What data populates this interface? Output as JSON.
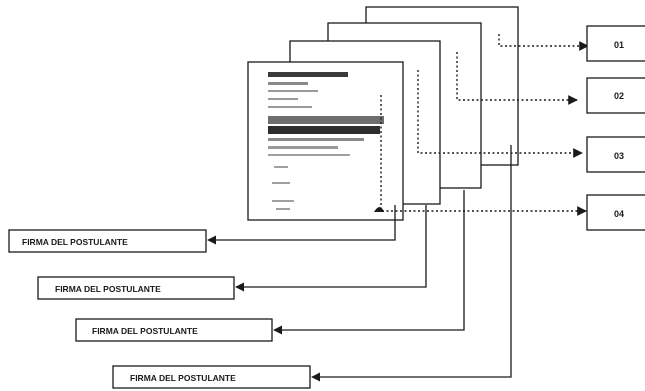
{
  "pages": {
    "numbers": [
      "01",
      "02",
      "03",
      "04"
    ]
  },
  "signature_labels": [
    "FIRMA DEL POSTULANTE",
    "FIRMA DEL POSTULANTE",
    "FIRMA DEL POSTULANTE",
    "FIRMA DEL POSTULANTE"
  ],
  "colors": {
    "line": "#1a1a1a",
    "paper": "#ffffff",
    "redaction": "#3a3a3a",
    "text_lines": "#8a8a8a"
  }
}
